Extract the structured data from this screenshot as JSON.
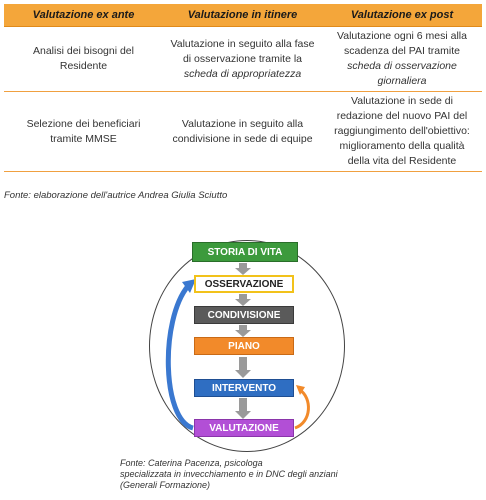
{
  "table": {
    "headers": [
      "Valutazione ex ante",
      "Valutazione in itinere",
      "Valutazione ex post"
    ],
    "row1": {
      "c1": "Analisi dei bisogni del Residente",
      "c2_a": "Valutazione in seguito alla fase di osservazione tramite la",
      "c2_b": "scheda di appropriatezza",
      "c3_a": "Valutazione ogni 6 mesi alla scadenza del PAI tramite",
      "c3_b": "scheda di osservazione giornaliera"
    },
    "row2": {
      "c1": "Selezione dei beneficiari tramite MMSE",
      "c2": "Valutazione in seguito alla condivisione in sede di equipe",
      "c3": "Valutazione in sede di redazione del nuovo PAI del raggiungimento dell'obiettivo: miglioramento della qualità della vita del Residente"
    }
  },
  "source1": "Fonte: elaborazione dell'autrice Andrea Giulia Sciutto",
  "diagram": {
    "steps": [
      "STORIA DI VITA",
      "OSSERVAZIONE",
      "CONDIVISIONE",
      "PIANO",
      "INTERVENTO",
      "VALUTAZIONE"
    ],
    "colors": {
      "storia": "#3c9a3c",
      "osservazione": "#f2c21a",
      "condivisione": "#5a5a5a",
      "piano": "#f28a2a",
      "intervento": "#2f6ec2",
      "valutazione": "#b24fd6",
      "loop_blue": "#3a78d0",
      "loop_orange": "#f28a2a"
    }
  },
  "source2": {
    "line1": "Fonte: Caterina Pacenza, psicologa",
    "line2": "specializzata in invecchiamento e in DNC degli anziani",
    "line3": "(Generali Formazione)"
  }
}
